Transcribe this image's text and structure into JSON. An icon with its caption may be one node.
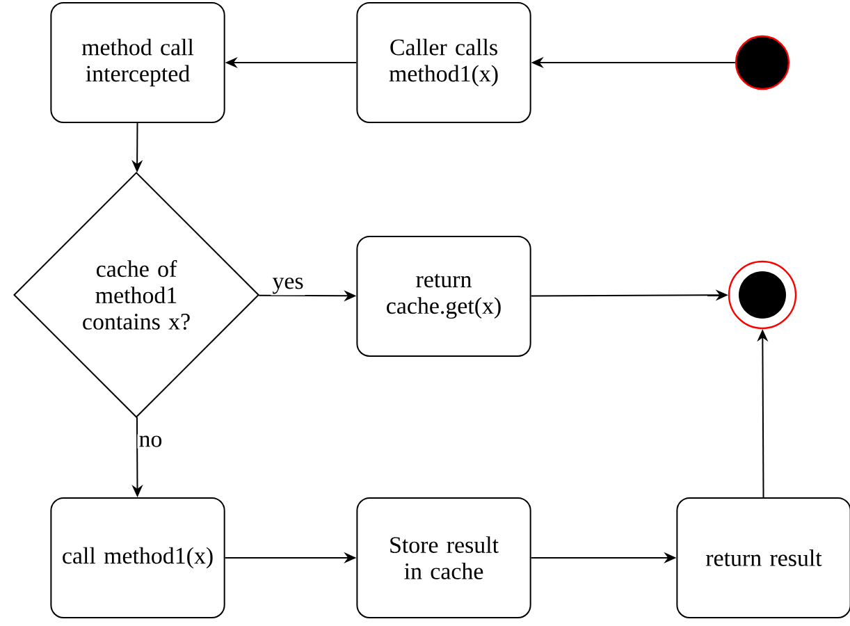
{
  "diagram": {
    "nodes": [
      {
        "text": [],
        "shape": "circle"
      },
      {
        "text": [
          "Caller calls method1(x)"
        ]
      },
      {
        "text": [
          "method call intercepted"
        ]
      },
      {
        "text": [
          "cache of method1 contains x?"
        ]
      },
      {
        "text": [
          "return cache.get(x)"
        ]
      },
      {
        "text": [],
        "shape": "circle"
      },
      {
        "text": [
          "call method1(x)"
        ]
      },
      {
        "text": [
          "Store result in cache"
        ]
      },
      {
        "text": [
          "return result"
        ]
      }
    ],
    "edges": [
      {
        "from": 0,
        "to": 1,
        "arrow": "to"
      },
      {
        "from": 1,
        "to": 2,
        "arrow": "to"
      },
      {
        "from": 2,
        "to": 3,
        "arrow": "to"
      },
      {
        "from": 3,
        "to": 4,
        "arrow": "to",
        "label": "yes"
      },
      {
        "from": 4,
        "to": 5,
        "arrow": "to"
      },
      {
        "from": 3,
        "to": 6,
        "arrow": "to",
        "label": "no"
      },
      {
        "from": 6,
        "to": 7,
        "arrow": "to"
      },
      {
        "from": 7,
        "to": 8,
        "arrow": "to"
      },
      {
        "from": 8,
        "to": 5,
        "arrow": "to"
      }
    ]
  }
}
